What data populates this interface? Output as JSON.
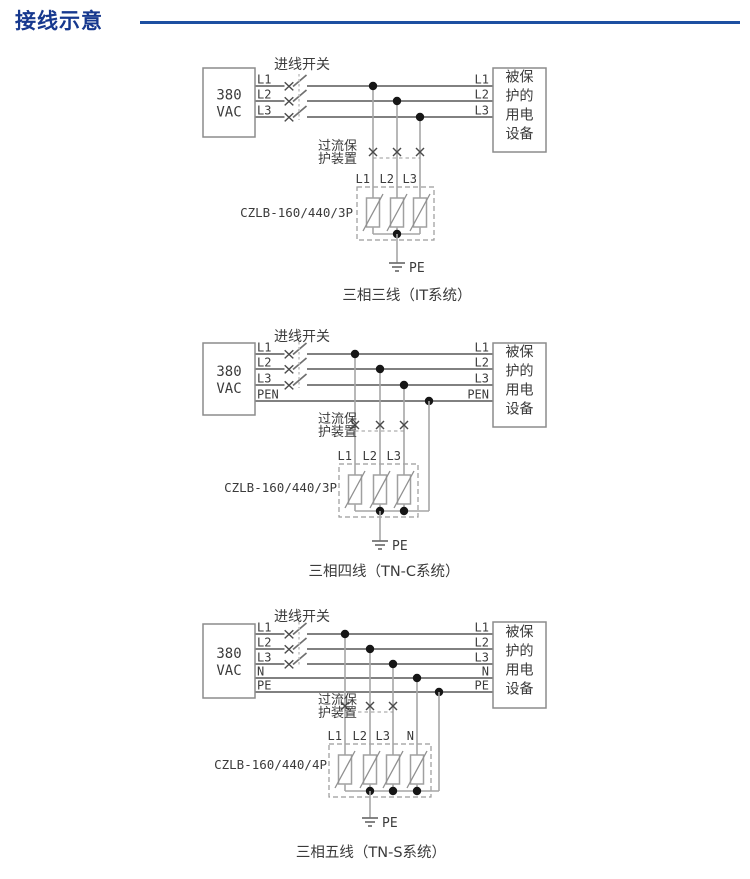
{
  "page": {
    "title": "接线示意",
    "title_color": "#16388e",
    "rule_color": "#1d4fa1"
  },
  "shared": {
    "source_label_lines": [
      "380",
      "VAC"
    ],
    "switch_label": "进线开关",
    "ocp_label_lines": [
      "过流保",
      "护装置"
    ],
    "ground_label": "PE",
    "load_label_lines": [
      "被保",
      "护的",
      "用电",
      "设备"
    ]
  },
  "diagrams": [
    {
      "name": "three-phase-three-wire-it",
      "caption": "三相三线（IT系统）",
      "model": "CZLB-160/440/3P",
      "wires": [
        "L1",
        "L2",
        "L3"
      ],
      "spd_wires": [
        "L1",
        "L2",
        "L3"
      ],
      "extra_wire": null
    },
    {
      "name": "three-phase-four-wire-tn-c",
      "caption": "三相四线（TN-C系统）",
      "model": "CZLB-160/440/3P",
      "wires": [
        "L1",
        "L2",
        "L3",
        "PEN"
      ],
      "spd_wires": [
        "L1",
        "L2",
        "L3"
      ],
      "extra_wire": "PEN"
    },
    {
      "name": "three-phase-five-wire-tn-s",
      "caption": "三相五线（TN-S系统）",
      "model": "CZLB-160/440/4P",
      "wires": [
        "L1",
        "L2",
        "L3",
        "N",
        "PE"
      ],
      "spd_wires": [
        "L1",
        "L2",
        "L3",
        "N"
      ],
      "extra_wire": "PE"
    }
  ]
}
